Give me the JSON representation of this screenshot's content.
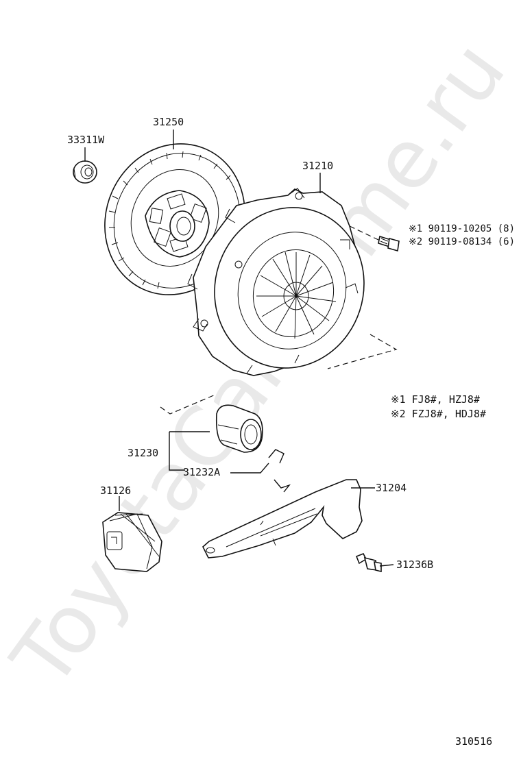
{
  "watermark": "ToyotaCar.Home.ru",
  "labels": {
    "pilot_bearing": "33311W",
    "clutch_disc": "31250",
    "clutch_cover": "31210",
    "release_bearing": "31230",
    "release_clip": "31232A",
    "release_fork": "31204",
    "fork_boot": "31126",
    "pivot_stud": "31236B"
  },
  "bolt_notes": [
    "※1 90119-10205 (8)",
    "※2 90119-08134 (6)"
  ],
  "model_notes": [
    "※1 FJ8#, HZJ8#",
    "※2 FZJ8#, HDJ8#"
  ],
  "diagram_number": "310516"
}
